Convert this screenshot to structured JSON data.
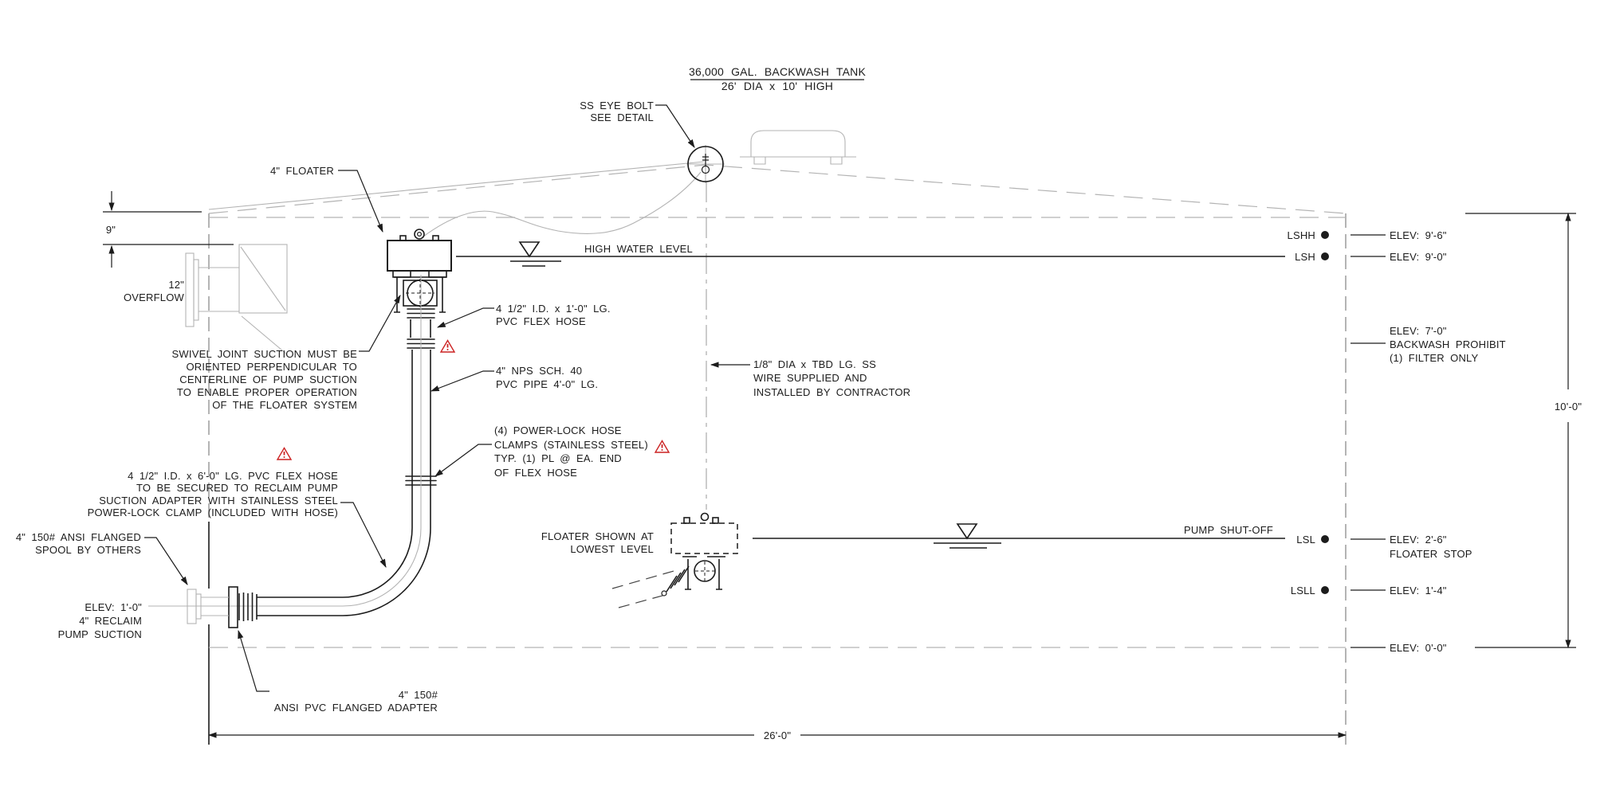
{
  "drawing": {
    "title_line1": "36,000 GAL. BACKWASH TANK",
    "title_line2": "26' DIA x 10' HIGH"
  },
  "callouts": {
    "eye_bolt": [
      "SS EYE BOLT",
      "SEE DETAIL"
    ],
    "floater": "4\" FLOATER",
    "overflow": [
      "12\"",
      "OVERFLOW"
    ],
    "high_water": "HIGH WATER LEVEL",
    "flex_hose_short": [
      "4 1/2\" I.D. x 1'-0\" LG.",
      "PVC FLEX HOSE"
    ],
    "swivel_note": [
      "SWIVEL JOINT SUCTION MUST BE",
      "ORIENTED PERPENDICULAR TO",
      "CENTERLINE OF PUMP SUCTION",
      "TO ENABLE PROPER OPERATION",
      "OF THE FLOATER SYSTEM"
    ],
    "pvc_pipe": [
      "4\" NPS SCH. 40",
      "PVC PIPE 4'-0\" LG."
    ],
    "ss_wire": [
      "1/8\" DIA x TBD LG. SS",
      "WIRE SUPPLIED AND",
      "INSTALLED BY CONTRACTOR"
    ],
    "hose_clamps": [
      "(4) POWER-LOCK HOSE",
      "CLAMPS (STAINLESS STEEL)",
      "TYP. (1) PL @ EA. END",
      "OF FLEX HOSE"
    ],
    "flex_hose_long": [
      "4 1/2\" I.D. x 6'-0\" LG. PVC FLEX HOSE",
      "TO BE SECURED TO RECLAIM PUMP",
      "SUCTION ADAPTER WITH STAINLESS STEEL",
      "POWER-LOCK CLAMP (INCLUDED WITH HOSE)"
    ],
    "spool": [
      "4\" 150# ANSI FLANGED",
      "SPOOL BY OTHERS"
    ],
    "pump_suction": [
      "ELEV: 1'-0\"",
      "4\" RECLAIM",
      "PUMP SUCTION"
    ],
    "flanged_adapter": [
      "4\" 150#",
      "ANSI PVC FLANGED ADAPTER"
    ],
    "floater_lowest": [
      "FLOATER SHOWN AT",
      "LOWEST LEVEL"
    ],
    "pump_shutoff": "PUMP SHUT-OFF"
  },
  "levels": {
    "lshh": {
      "tag": "LSHH",
      "elev": "ELEV: 9'-6\""
    },
    "lsh": {
      "tag": "LSH",
      "elev": "ELEV: 9'-0\""
    },
    "backwash": {
      "elev": "ELEV: 7'-0\"",
      "line2": "BACKWASH PROHIBIT",
      "line3": "(1) FILTER ONLY"
    },
    "lsl": {
      "tag": "LSL",
      "elev": "ELEV: 2'-6\"",
      "line2": "FLOATER STOP"
    },
    "lsll": {
      "tag": "LSLL",
      "elev": "ELEV: 1'-4\""
    },
    "floor": {
      "elev": "ELEV: 0'-0\""
    }
  },
  "dimensions": {
    "tank_width": "26'-0\"",
    "tank_height": "10'-0\"",
    "freeboard": "9\""
  },
  "icons": {
    "eye_bolt_detail": "circled-eye-bolt",
    "water_level": "inverted-triangle-over-lines",
    "warning": "red-warning-triangle",
    "level_switch": "filled-dot"
  },
  "colors": {
    "line": "#1c1c1c",
    "light_line": "#b3b3b3",
    "wall_line": "#8c8c8c",
    "warning": "#cc2222",
    "background": "#ffffff"
  }
}
